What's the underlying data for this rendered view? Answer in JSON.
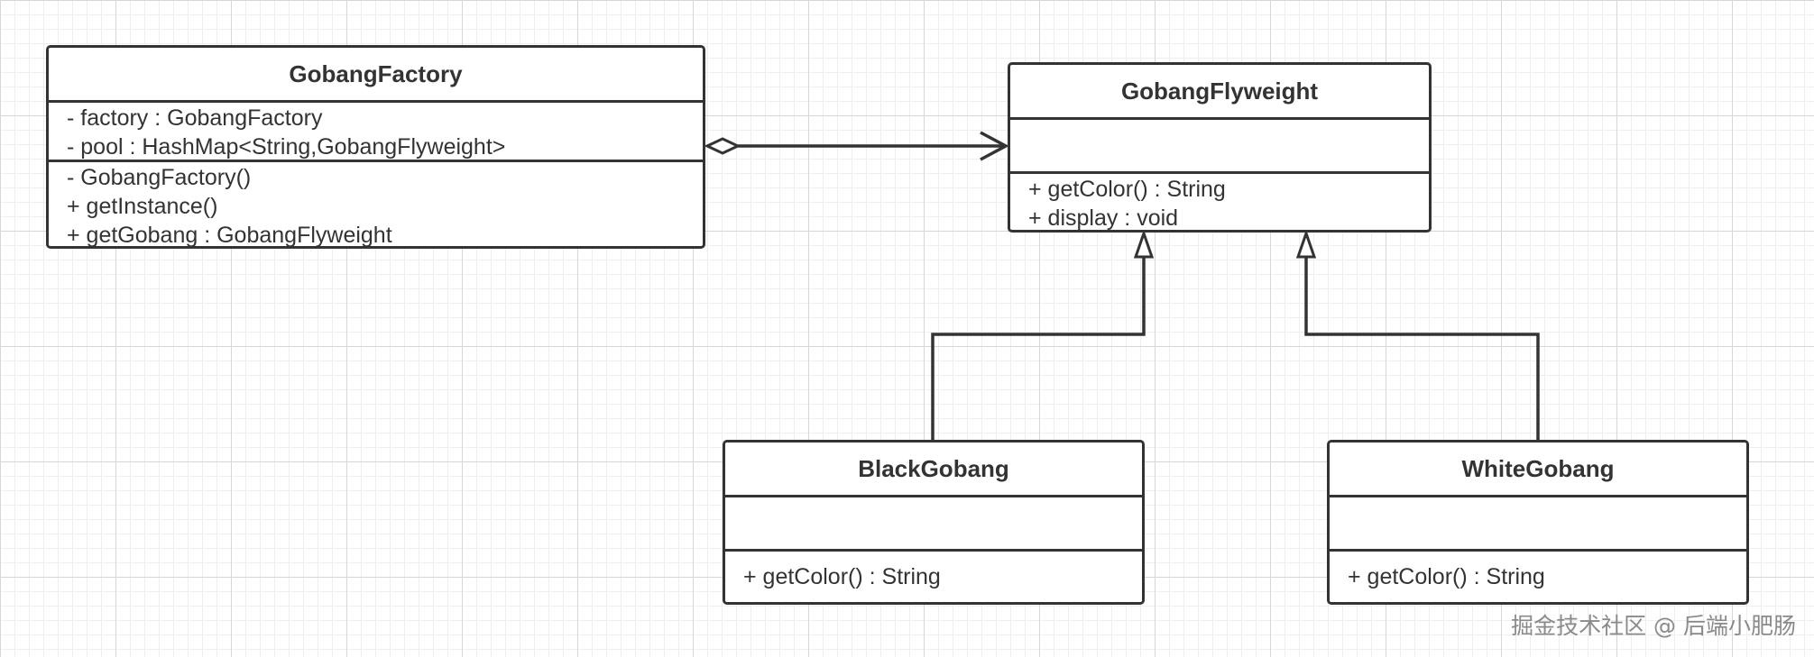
{
  "classes": {
    "factory": {
      "name": "GobangFactory",
      "attributes": [
        "- factory : GobangFactory",
        "- pool : HashMap<String,GobangFlyweight>"
      ],
      "methods": [
        "- GobangFactory()",
        "+ getInstance()",
        "+ getGobang : GobangFlyweight"
      ]
    },
    "flyweight": {
      "name": "GobangFlyweight",
      "attributes": [],
      "methods": [
        "+ getColor() : String",
        "+ display : void"
      ]
    },
    "black": {
      "name": "BlackGobang",
      "attributes": [],
      "methods": [
        "+ getColor() : String"
      ]
    },
    "white": {
      "name": "WhiteGobang",
      "attributes": [],
      "methods": [
        "+ getColor() : String"
      ]
    }
  },
  "relations": [
    {
      "type": "aggregation",
      "from": "GobangFactory",
      "to": "GobangFlyweight"
    },
    {
      "type": "generalization",
      "from": "BlackGobang",
      "to": "GobangFlyweight"
    },
    {
      "type": "generalization",
      "from": "WhiteGobang",
      "to": "GobangFlyweight"
    }
  ],
  "watermark": "掘金技术社区 @ 后端小肥肠",
  "colors": {
    "line": "#333333",
    "grid": "#d6d6d6",
    "watermark": "#8a8a8a"
  }
}
